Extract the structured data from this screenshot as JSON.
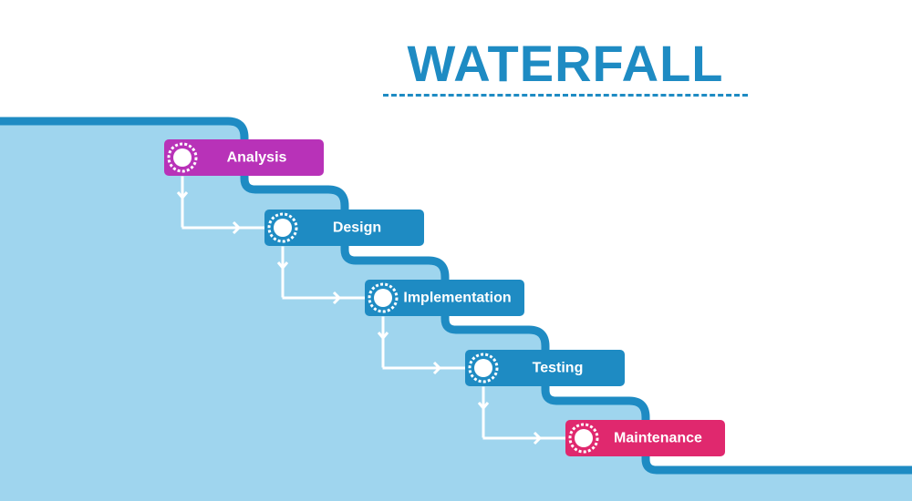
{
  "title": "WATERFALL",
  "colors": {
    "background_fill": "#9fd5ee",
    "staircase_line": "#1e8bc3",
    "title": "#1e8bc3",
    "step_default": "#1e8bc3",
    "step_first": "#b832b8",
    "step_last": "#e0286e",
    "connector": "#ffffff"
  },
  "steps": [
    {
      "label": "Analysis",
      "color": "#b832b8"
    },
    {
      "label": "Design",
      "color": "#1e8bc3"
    },
    {
      "label": "Implementation",
      "color": "#1e8bc3"
    },
    {
      "label": "Testing",
      "color": "#1e8bc3"
    },
    {
      "label": "Maintenance",
      "color": "#e0286e"
    }
  ],
  "icons": {
    "step_marker": "dotted-circle-icon",
    "connector_arrow": "arrow-right-icon",
    "connector_down": "chevron-down-icon"
  }
}
